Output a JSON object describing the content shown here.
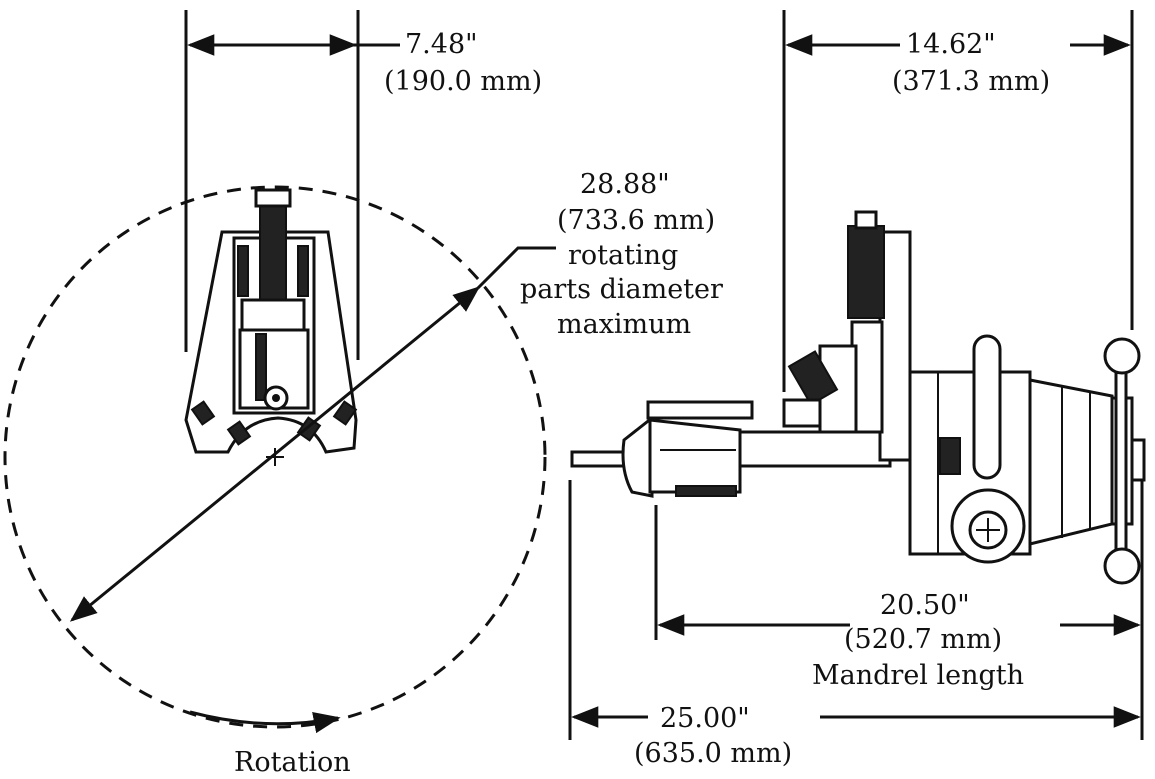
{
  "dimensions": {
    "width_top": {
      "imperial": "7.48\"",
      "metric": "(190.0 mm)"
    },
    "offset_top": {
      "imperial": "14.62\"",
      "metric": "(371.3 mm)"
    },
    "rotating_diameter": {
      "imperial": "28.88\"",
      "metric": "(733.6 mm)",
      "line1": "rotating",
      "line2": "parts diameter",
      "line3": "maximum"
    },
    "mandrel_length": {
      "imperial": "20.50\"",
      "metric": "(520.7 mm)",
      "caption": "Mandrel length"
    },
    "overall_length": {
      "imperial": "25.00\"",
      "metric": "(635.0 mm)"
    }
  },
  "labels": {
    "rotation": "Rotation"
  },
  "colors": {
    "ink": "#111111",
    "background": "#ffffff"
  }
}
